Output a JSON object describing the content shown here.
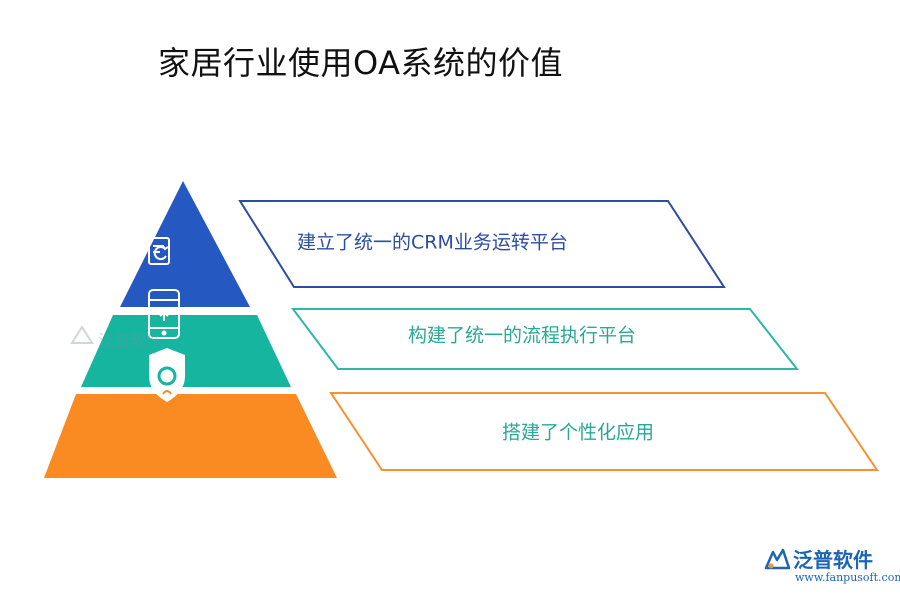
{
  "title": "家居行业使用OA系统的价值",
  "layers": [
    {
      "label": "建立了统一的CRM业务运转平台",
      "color": "#2558c0",
      "text_color": "#2c4da0",
      "icon": "document-sync-icon"
    },
    {
      "label": "构建了统一的流程执行平台",
      "color": "#16b5a0",
      "text_color": "#2aa896",
      "icon": "mobile-phone-icon"
    },
    {
      "label": "搭建了个性化应用",
      "color": "#fa8a22",
      "text_color": "#2aa896",
      "icon": "shield-user-icon"
    }
  ],
  "brand": {
    "name": "泛普软件",
    "url": "www.fanpusoft.com",
    "color": "#1e64b4"
  },
  "watermark": {
    "name": "泛普软件"
  }
}
